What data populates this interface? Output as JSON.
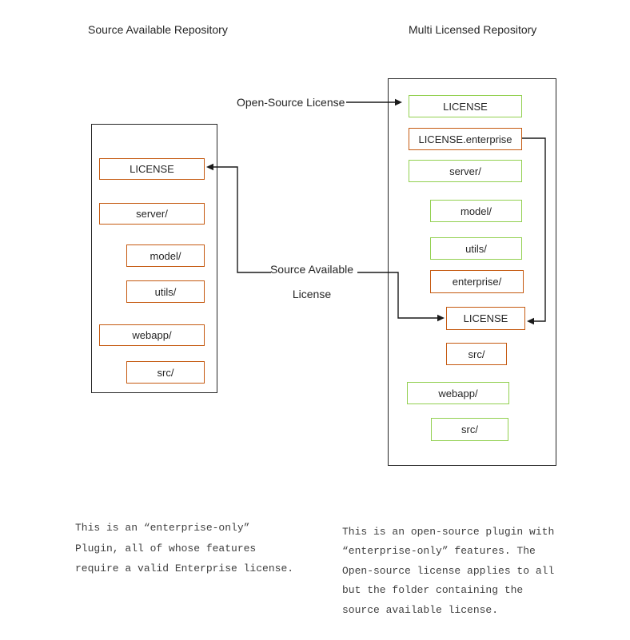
{
  "colors": {
    "orange": "#C55A11",
    "green": "#92D050",
    "line": "#1a1a1a",
    "container_border": "#262626",
    "caption_text": "#404040"
  },
  "left_repo": {
    "title": "Source Available Repository",
    "items": [
      {
        "label": "LICENSE",
        "color": "orange",
        "indent": 0
      },
      {
        "label": "server/",
        "color": "orange",
        "indent": 0
      },
      {
        "label": "model/",
        "color": "orange",
        "indent": 1
      },
      {
        "label": "utils/",
        "color": "orange",
        "indent": 1
      },
      {
        "label": "webapp/",
        "color": "orange",
        "indent": 0
      },
      {
        "label": "src/",
        "color": "orange",
        "indent": 1
      }
    ],
    "caption": "This is an “enterprise-only”\nPlugin, all of whose features\nrequire a valid Enterprise license."
  },
  "right_repo": {
    "title": "Multi Licensed Repository",
    "items": [
      {
        "label": "LICENSE",
        "color": "green",
        "indent": 0
      },
      {
        "label": "LICENSE.enterprise",
        "color": "orange",
        "indent": 0
      },
      {
        "label": "server/",
        "color": "green",
        "indent": 0
      },
      {
        "label": "model/",
        "color": "green",
        "indent": 1
      },
      {
        "label": "utils/",
        "color": "green",
        "indent": 1
      },
      {
        "label": "enterprise/",
        "color": "orange",
        "indent": 1
      },
      {
        "label": "LICENSE",
        "color": "orange",
        "indent": 2
      },
      {
        "label": "src/",
        "color": "orange",
        "indent": 2
      },
      {
        "label": "webapp/",
        "color": "green",
        "indent": 0
      },
      {
        "label": "src/",
        "color": "green",
        "indent": 1
      }
    ],
    "caption": "This is an open-source plugin with\n“enterprise-only” features. The\nOpen-source license applies to all\nbut the folder containing the\nsource available license."
  },
  "connector_labels": {
    "open_source": "Open-Source License",
    "source_available_line1": "Source Available",
    "source_available_line2": "License"
  }
}
